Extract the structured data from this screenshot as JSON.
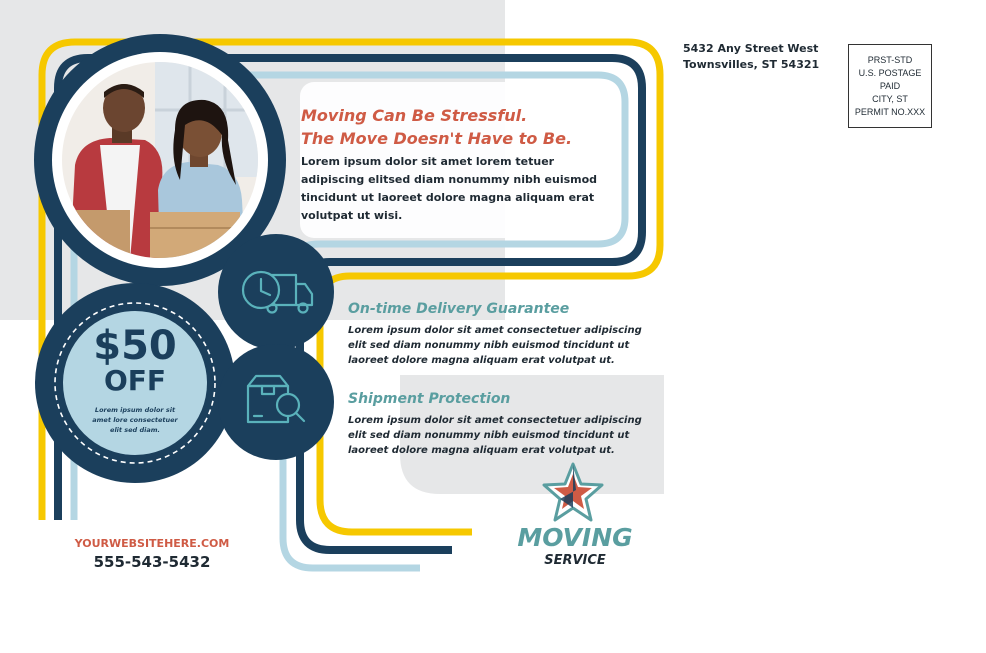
{
  "headline": {
    "line1": "Moving Can Be Stressful.",
    "line2": "The Move Doesn't Have to Be."
  },
  "intro_text": "Lorem ipsum dolor sit amet lorem tetuer adipiscing elitsed diam nonummy nibh euismod tincidunt ut laoreet dolore magna aliquam erat volutpat ut wisi.",
  "features": [
    {
      "title": "On-time Delivery Guarantee",
      "body": "Lorem ipsum dolor sit amet consectetuer adipiscing elit sed diam nonummy nibh euismod tincidunt ut laoreet dolore magna aliquam erat volutpat ut.",
      "icon": "delivery-truck-clock-icon"
    },
    {
      "title": "Shipment Protection",
      "body": "Lorem ipsum dolor sit amet consectetuer adipiscing elit sed diam nonummy nibh euismod tincidunt ut laoreet dolore magna aliquam erat volutpat ut.",
      "icon": "box-magnifier-icon"
    }
  ],
  "offer": {
    "amount": "$50",
    "word": "OFF",
    "note": "Lorem ipsum dolor sit amet lore consectetuer elit sed diam."
  },
  "address": {
    "line1": "5432 Any Street West",
    "line2": "Townsvilles, ST 54321"
  },
  "postage": [
    "PRST-STD",
    "U.S. POSTAGE",
    "PAID",
    "CITY, ST",
    "PERMIT NO.XXX"
  ],
  "contact": {
    "website": "YOURWEBSITEHERE.COM",
    "phone": "555-543-5432"
  },
  "brand": {
    "name": "MOVING",
    "tagline": "SERVICE"
  },
  "colors": {
    "navy": "#1b3f5c",
    "yellow": "#f6c800",
    "light_blue": "#b4d6e3",
    "teal": "#5a9ea0",
    "coral": "#cf5b45",
    "gray": "#e6e7e8"
  }
}
